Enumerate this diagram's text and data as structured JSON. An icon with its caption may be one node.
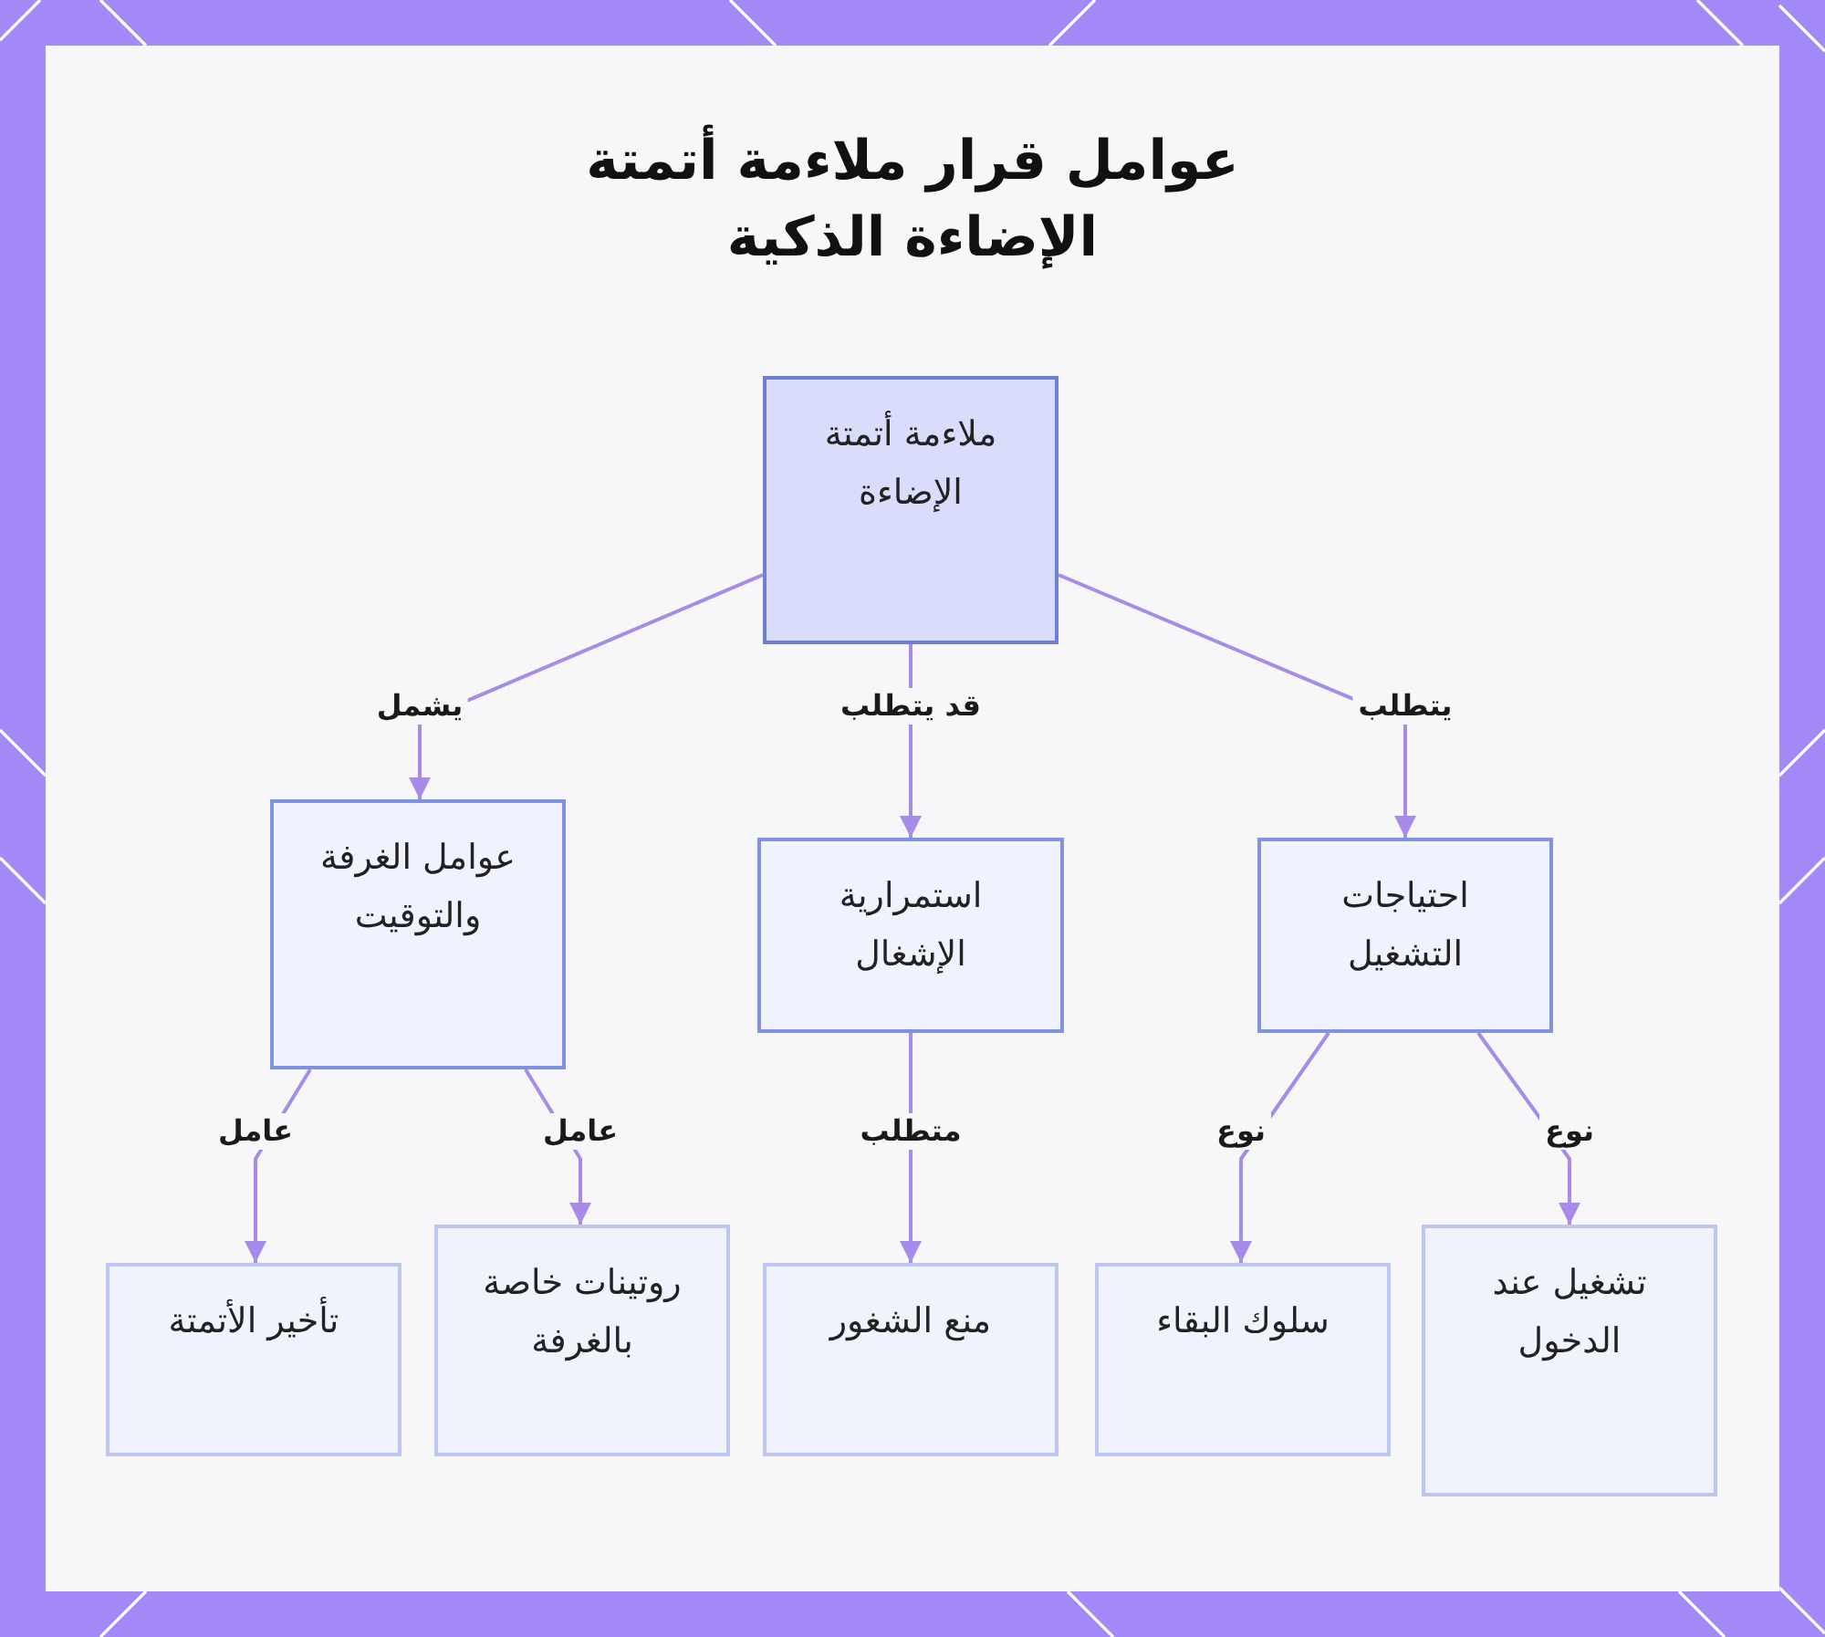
{
  "diagram": {
    "title": "عوامل قرار ملاءمة أتمتة الإضاءة الذكية",
    "nodes": [
      {
        "text": [
          "ملاءمة أتمتة الإضاءة"
        ]
      },
      {
        "text": [
          "عوامل الغرفة والتوقيت"
        ]
      },
      {
        "text": [
          "استمرارية الإشغال"
        ]
      },
      {
        "text": [
          "احتياجات التشغيل"
        ]
      },
      {
        "text": [
          "تأخير الأتمتة"
        ]
      },
      {
        "text": [
          "روتينات خاصة بالغرفة"
        ]
      },
      {
        "text": [
          "منع الشغور"
        ]
      },
      {
        "text": [
          "سلوك البقاء"
        ]
      },
      {
        "text": [
          "تشغيل عند الدخول"
        ]
      }
    ],
    "edges": [
      {
        "from": 0,
        "to": 1,
        "arrow": "to",
        "label": "يشمل"
      },
      {
        "from": 0,
        "to": 2,
        "arrow": "to",
        "label": "قد يتطلب"
      },
      {
        "from": 0,
        "to": 3,
        "arrow": "to",
        "label": "يتطلب"
      },
      {
        "from": 1,
        "to": 4,
        "arrow": "to",
        "label": "عامل"
      },
      {
        "from": 1,
        "to": 5,
        "arrow": "to",
        "label": "عامل"
      },
      {
        "from": 2,
        "to": 6,
        "arrow": "to",
        "label": "متطلب"
      },
      {
        "from": 3,
        "to": 7,
        "arrow": "to",
        "label": "نوع"
      },
      {
        "from": 3,
        "to": 8,
        "arrow": "to",
        "label": "نوع"
      }
    ]
  }
}
